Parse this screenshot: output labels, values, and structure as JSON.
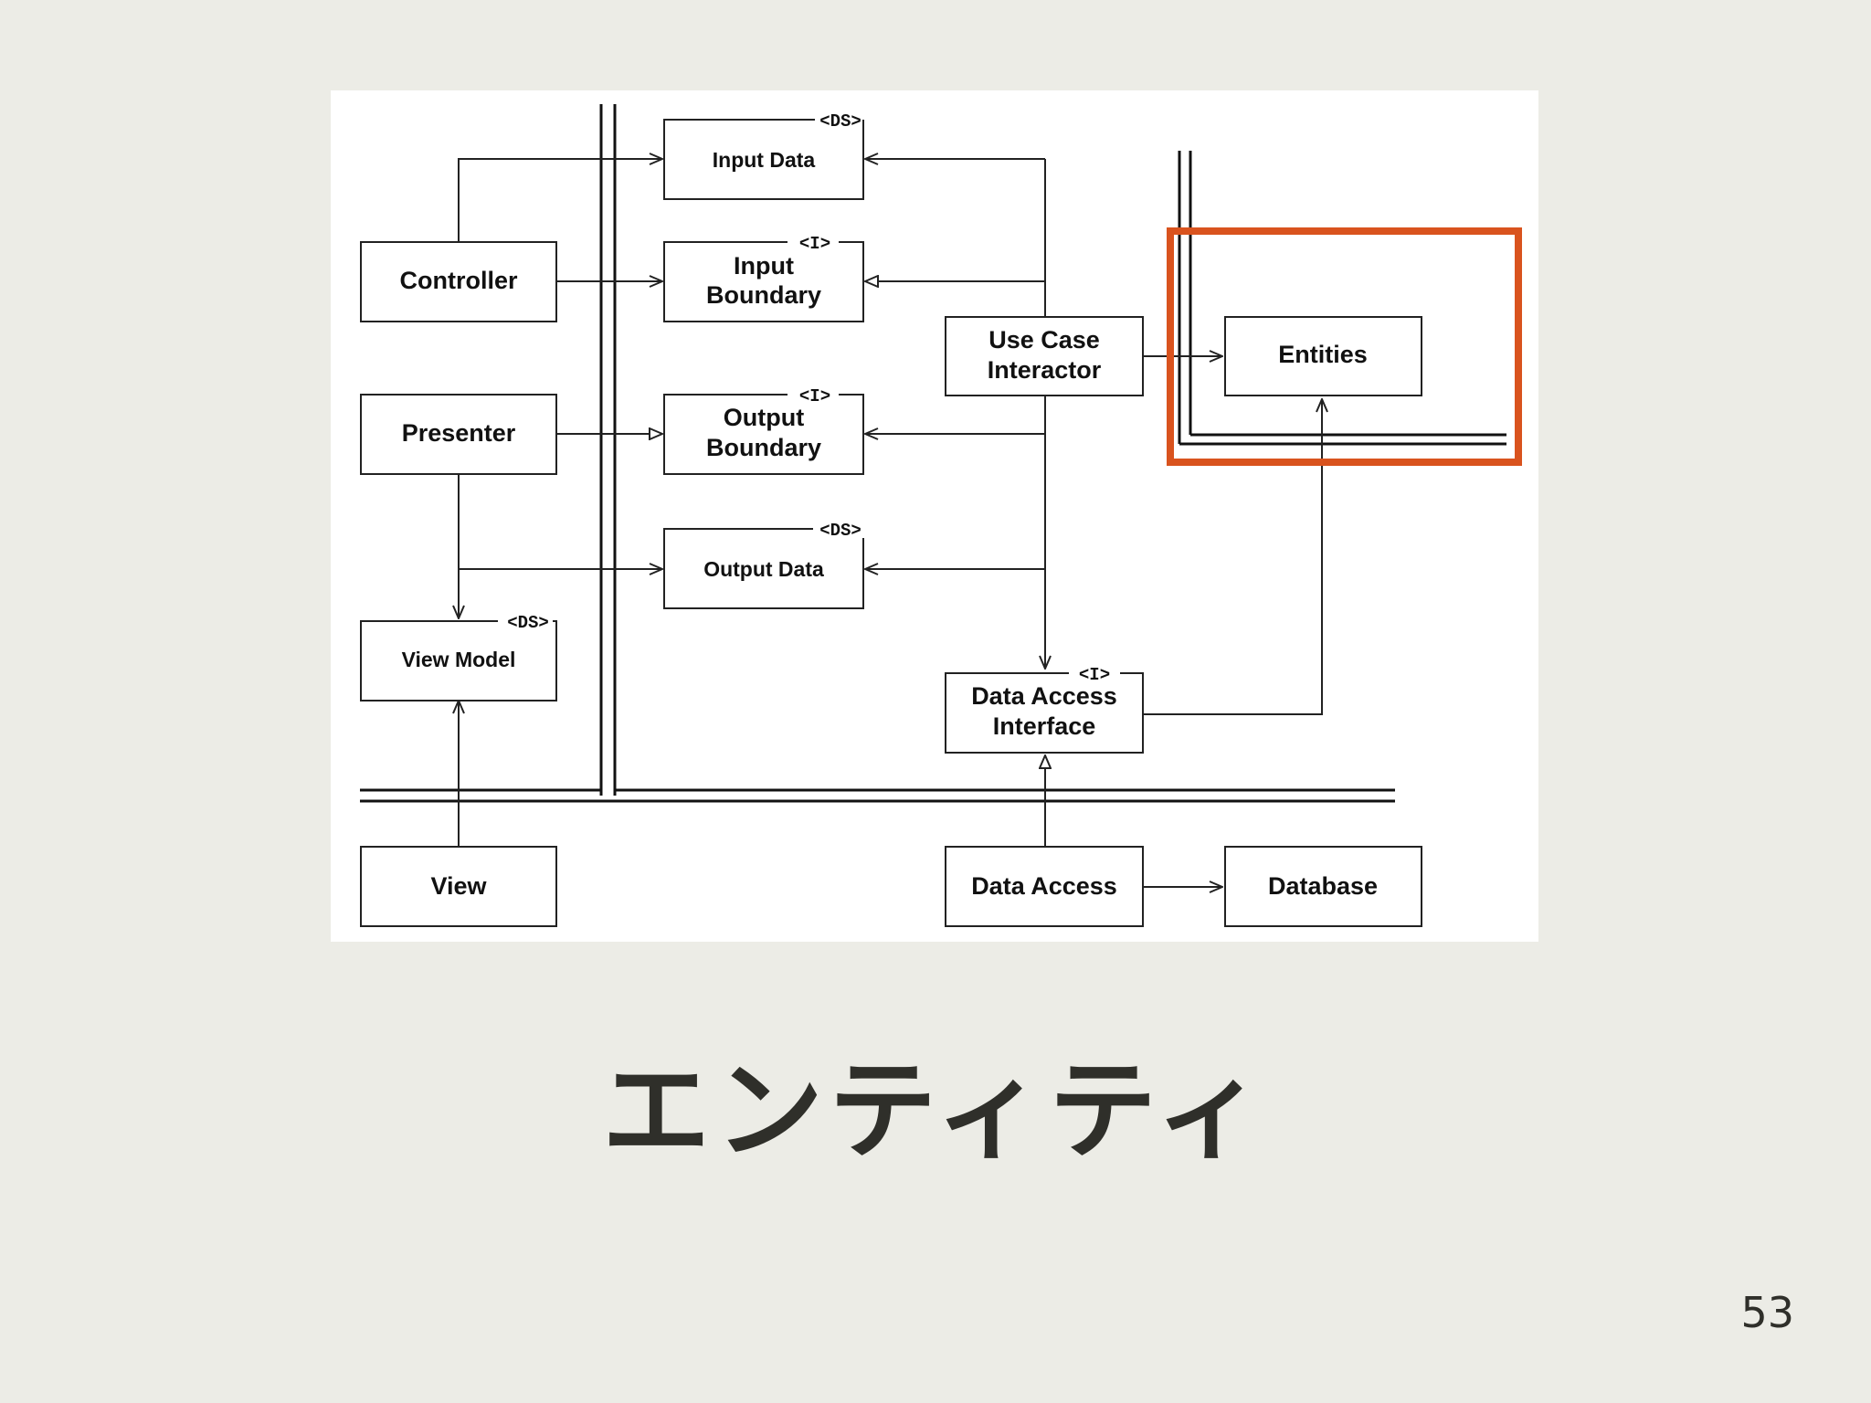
{
  "slide": {
    "title": "エンティティ",
    "page_number": "53"
  },
  "diagram": {
    "boxes": {
      "input_data": {
        "label": "Input Data",
        "stereotype": "<DS>"
      },
      "input_boundary": {
        "label_1": "Input",
        "label_2": "Boundary",
        "stereotype": "<I>"
      },
      "output_boundary": {
        "label_1": "Output",
        "label_2": "Boundary",
        "stereotype": "<I>"
      },
      "output_data": {
        "label": "Output Data",
        "stereotype": "<DS>"
      },
      "controller": {
        "label": "Controller"
      },
      "presenter": {
        "label": "Presenter"
      },
      "view_model": {
        "label": "View Model",
        "stereotype": "<DS>"
      },
      "view": {
        "label": "View"
      },
      "use_case_interactor": {
        "label_1": "Use Case",
        "label_2": "Interactor"
      },
      "entities": {
        "label": "Entities"
      },
      "data_access_interface": {
        "label_1": "Data Access",
        "label_2": "Interface",
        "stereotype": "<I>"
      },
      "data_access": {
        "label": "Data Access"
      },
      "database": {
        "label": "Database"
      }
    },
    "highlight_color": "#d9531e"
  }
}
